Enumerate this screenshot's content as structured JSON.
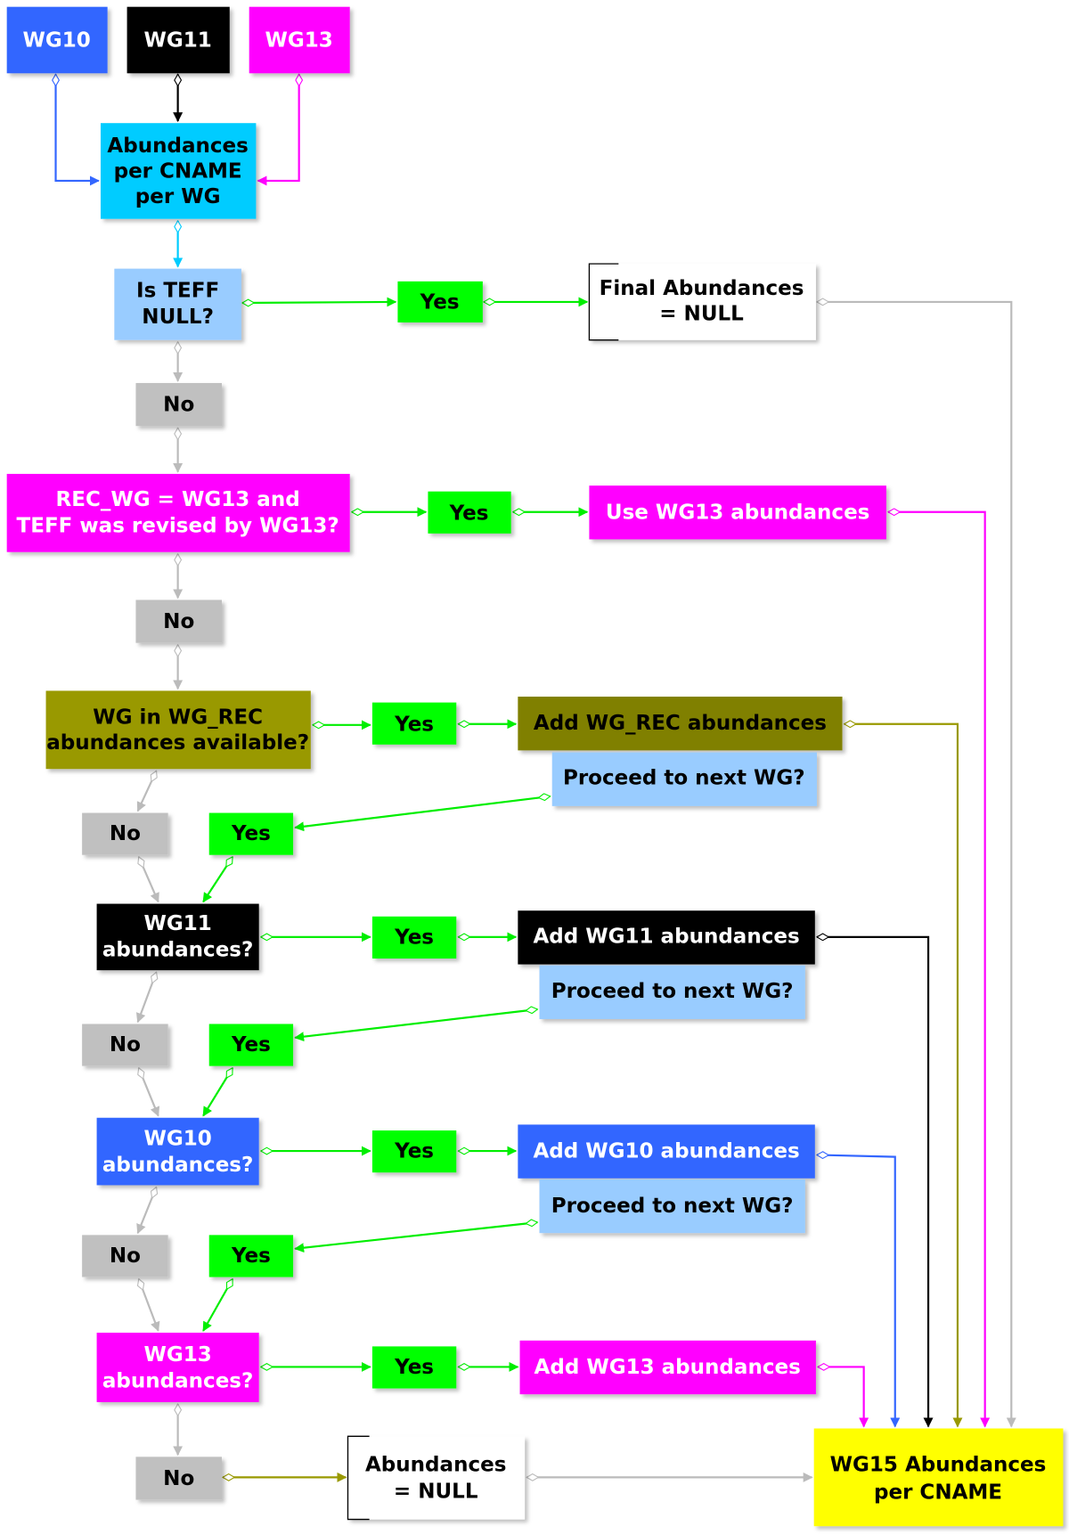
{
  "colors": {
    "wg10": "#3366ff",
    "wg11": "#000000",
    "wg13": "#ff00ff",
    "cyan": "#00ccff",
    "lightblue": "#99ccff",
    "yes": "#00ff00",
    "no": "#c0c0c0",
    "olive": "#999900",
    "olive_dark": "#808000",
    "final": "#ffff00"
  },
  "nodes": {
    "wg10": {
      "lines": [
        "WG10"
      ]
    },
    "wg11": {
      "lines": [
        "WG11"
      ]
    },
    "wg13": {
      "lines": [
        "WG13"
      ]
    },
    "per_wg": {
      "lines": [
        "Abundances",
        "per CNAME",
        "per WG"
      ]
    },
    "teff_null": {
      "lines": [
        "Is TEFF",
        "NULL?"
      ]
    },
    "final_null": {
      "lines": [
        "Final Abundances",
        "= NULL"
      ]
    },
    "rec_wg13": {
      "lines": [
        "REC_WG = WG13 and",
        "TEFF was revised by WG13?"
      ]
    },
    "use_wg13": {
      "lines": [
        "Use WG13 abundances"
      ]
    },
    "wg_in_rec": {
      "lines": [
        "WG in WG_REC",
        "abundances available?"
      ]
    },
    "add_rec": {
      "lines": [
        "Add WG_REC abundances"
      ]
    },
    "wg11_q": {
      "lines": [
        "WG11",
        "abundances?"
      ]
    },
    "add_wg11": {
      "lines": [
        "Add WG11 abundances"
      ]
    },
    "wg10_q": {
      "lines": [
        "WG10",
        "abundances?"
      ]
    },
    "add_wg10": {
      "lines": [
        "Add WG10 abundances"
      ]
    },
    "wg13_q": {
      "lines": [
        "WG13",
        "abundances?"
      ]
    },
    "add_wg13": {
      "lines": [
        "Add WG13 abundances"
      ]
    },
    "abund_null": {
      "lines": [
        "Abundances",
        "= NULL"
      ]
    },
    "wg15": {
      "lines": [
        "WG15 Abundances",
        "per CNAME"
      ]
    }
  },
  "labels": {
    "yes": "Yes",
    "no": "No",
    "proceed": "Proceed to next WG?"
  }
}
